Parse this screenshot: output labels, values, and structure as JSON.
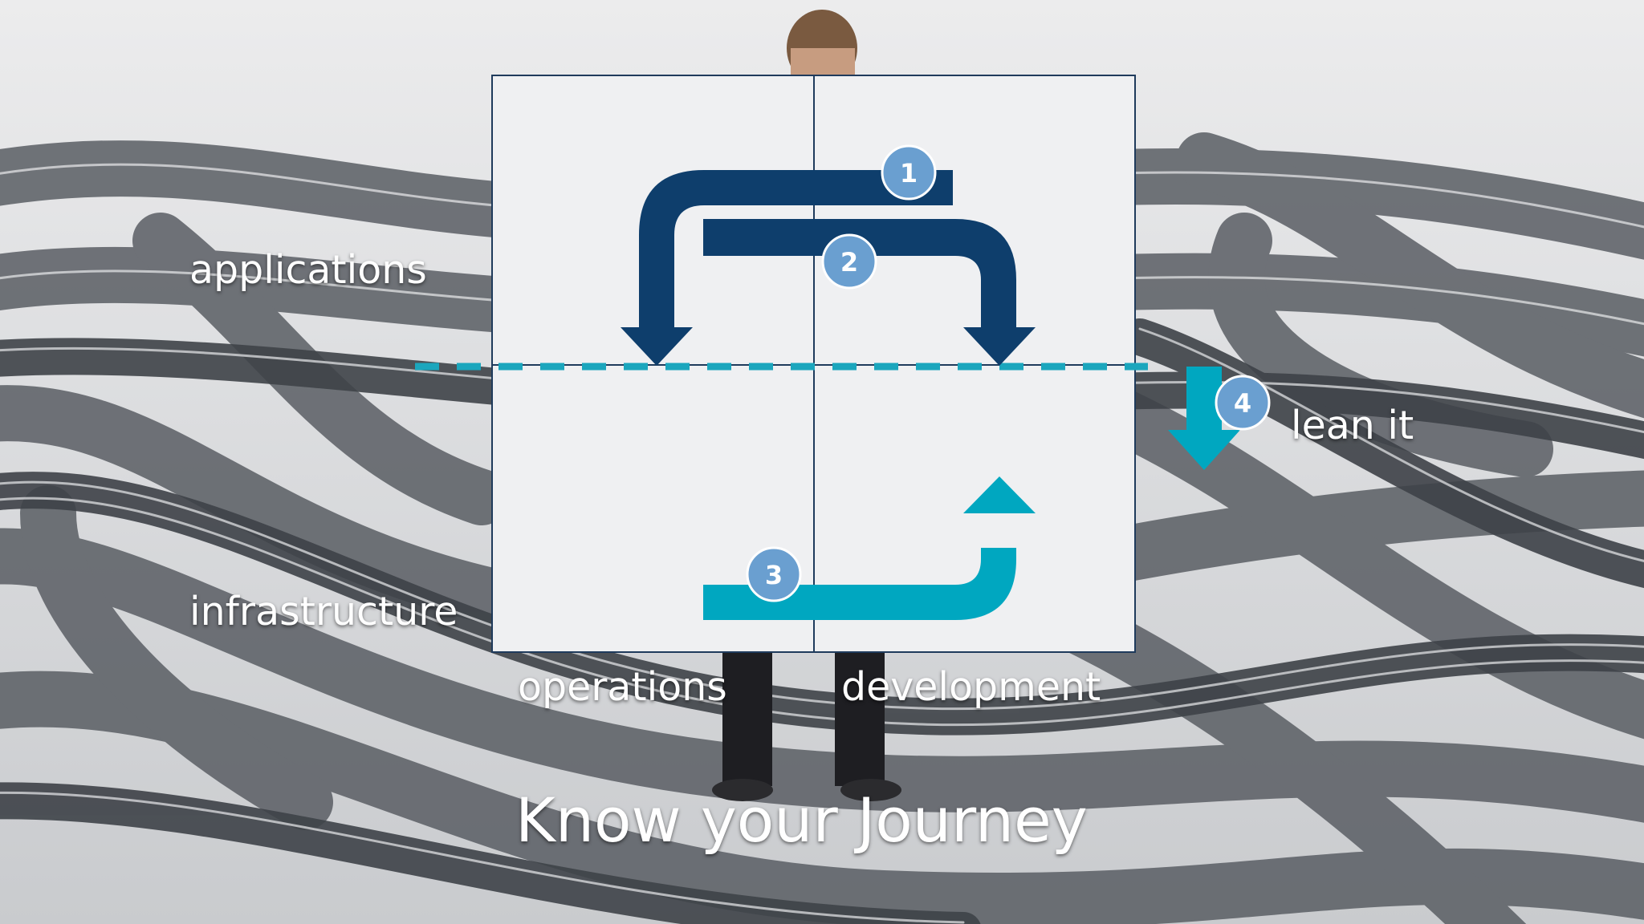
{
  "slide": {
    "title": "Know your Journey"
  },
  "diagram": {
    "row_labels": [
      "applications",
      "infrastructure"
    ],
    "column_labels": [
      "operations",
      "development"
    ],
    "side_label": "lean it",
    "steps": [
      "1",
      "2",
      "3",
      "4"
    ]
  },
  "colors": {
    "dark_arrow": "#0e3e6c",
    "teal_arrow": "#00a7c0",
    "badge": "#6a9fd0",
    "panel": "#eff0f2",
    "panel_border": "#1f3b5c",
    "dashed_line": "#1ba6bd"
  },
  "icons": [
    "person-photo",
    "roads-background"
  ]
}
